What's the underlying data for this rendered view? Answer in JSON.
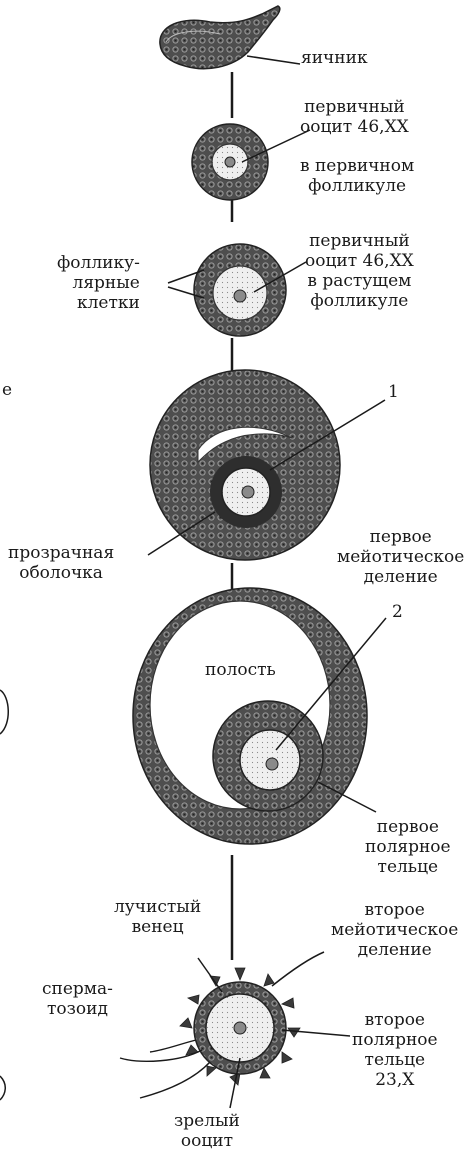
{
  "labels": {
    "ovary": "яичник",
    "primary_oocyte_1": "первичный\nооцит 46,XX",
    "in_primary_follicle": "в первичном\nфолликуле",
    "follicular_cells": "фоллику-\nлярные\nклетки",
    "primary_oocyte_2": "первичный\nооцит 46,XX\nв растущем\nфолликуле",
    "edge_fragment": "е",
    "num_1": "1",
    "zona_pellucida": "прозрачная\nоболочка",
    "first_meiotic_division": "первое\nмейотическое\nделение",
    "num_2": "2",
    "cavity": "полость",
    "first_polar_body": "первое\nполярное\nтельце",
    "corona_radiata": "лучистый\nвенец",
    "second_meiotic_division": "второе\nмейотическое\nделение",
    "spermatozoon": "сперма-\nтозоид",
    "second_polar_body": "второе\nполярное\nтельце\n23,X",
    "mature_oocyte": "зрелый\nооцит"
  },
  "colors": {
    "ink": "#1a1a1a",
    "cell_fill": "#5a5a5a",
    "cell_dark": "#2e2e2e",
    "cytoplasm": "#ececec",
    "background": "#ffffff"
  }
}
